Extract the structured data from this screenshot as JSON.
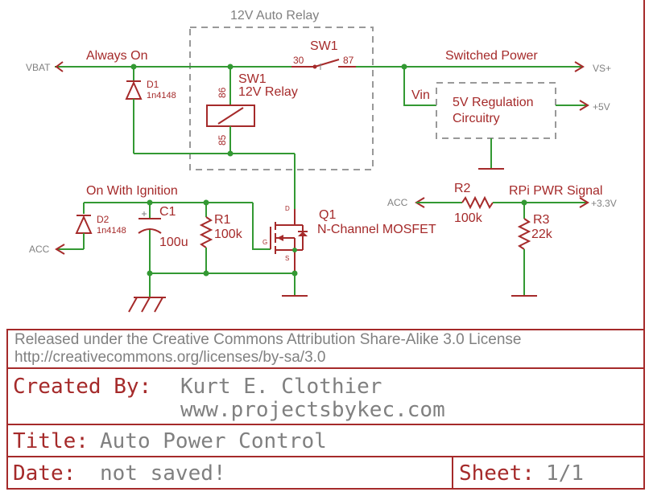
{
  "frame_title": "12V Auto Relay",
  "nets": {
    "always_on": "Always On",
    "on_with_ignition": "On With Ignition",
    "switched_power": "Switched Power",
    "rpi_pwr_signal": "RPi PWR Signal",
    "vin": "Vin"
  },
  "supplies": {
    "vbat": "VBAT",
    "vs_plus": "VS+",
    "plus5v": "+5V",
    "acc_left": "ACC",
    "acc_right": "ACC",
    "plus3v3": "+3.3V"
  },
  "components": {
    "sw1_switch": {
      "name": "SW1",
      "pin_a": "30",
      "pin_b": "87"
    },
    "sw1_coil": {
      "name": "SW1",
      "value": "12V Relay",
      "pin_top": "86",
      "pin_bottom": "85"
    },
    "d1": {
      "name": "D1",
      "value": "1n4148"
    },
    "d2": {
      "name": "D2",
      "value": "1n4148"
    },
    "c1": {
      "name": "C1",
      "value": "100u"
    },
    "r1": {
      "name": "R1",
      "value": "100k"
    },
    "q1": {
      "name": "Q1",
      "value": "N-Channel MOSFET",
      "pin_d": "D",
      "pin_g": "G",
      "pin_s": "S"
    },
    "r2": {
      "name": "R2",
      "value": "100k"
    },
    "r3": {
      "name": "R3",
      "value": "22k"
    },
    "regulator": {
      "line1": "5V Regulation",
      "line2": "Circuitry"
    }
  },
  "title_block": {
    "license_line1": "Released under the Creative Commons Attribution Share-Alike 3.0 License",
    "license_line2": "http://creativecommons.org/licenses/by-sa/3.0",
    "created_by_label": "Created By:",
    "author": "Kurt E. Clothier",
    "website": "www.projectsbykec.com",
    "title_label": "Title:",
    "title": "Auto Power Control",
    "date_label": "Date:",
    "date": "not saved!",
    "sheet_label": "Sheet:",
    "sheet": "1/1"
  }
}
